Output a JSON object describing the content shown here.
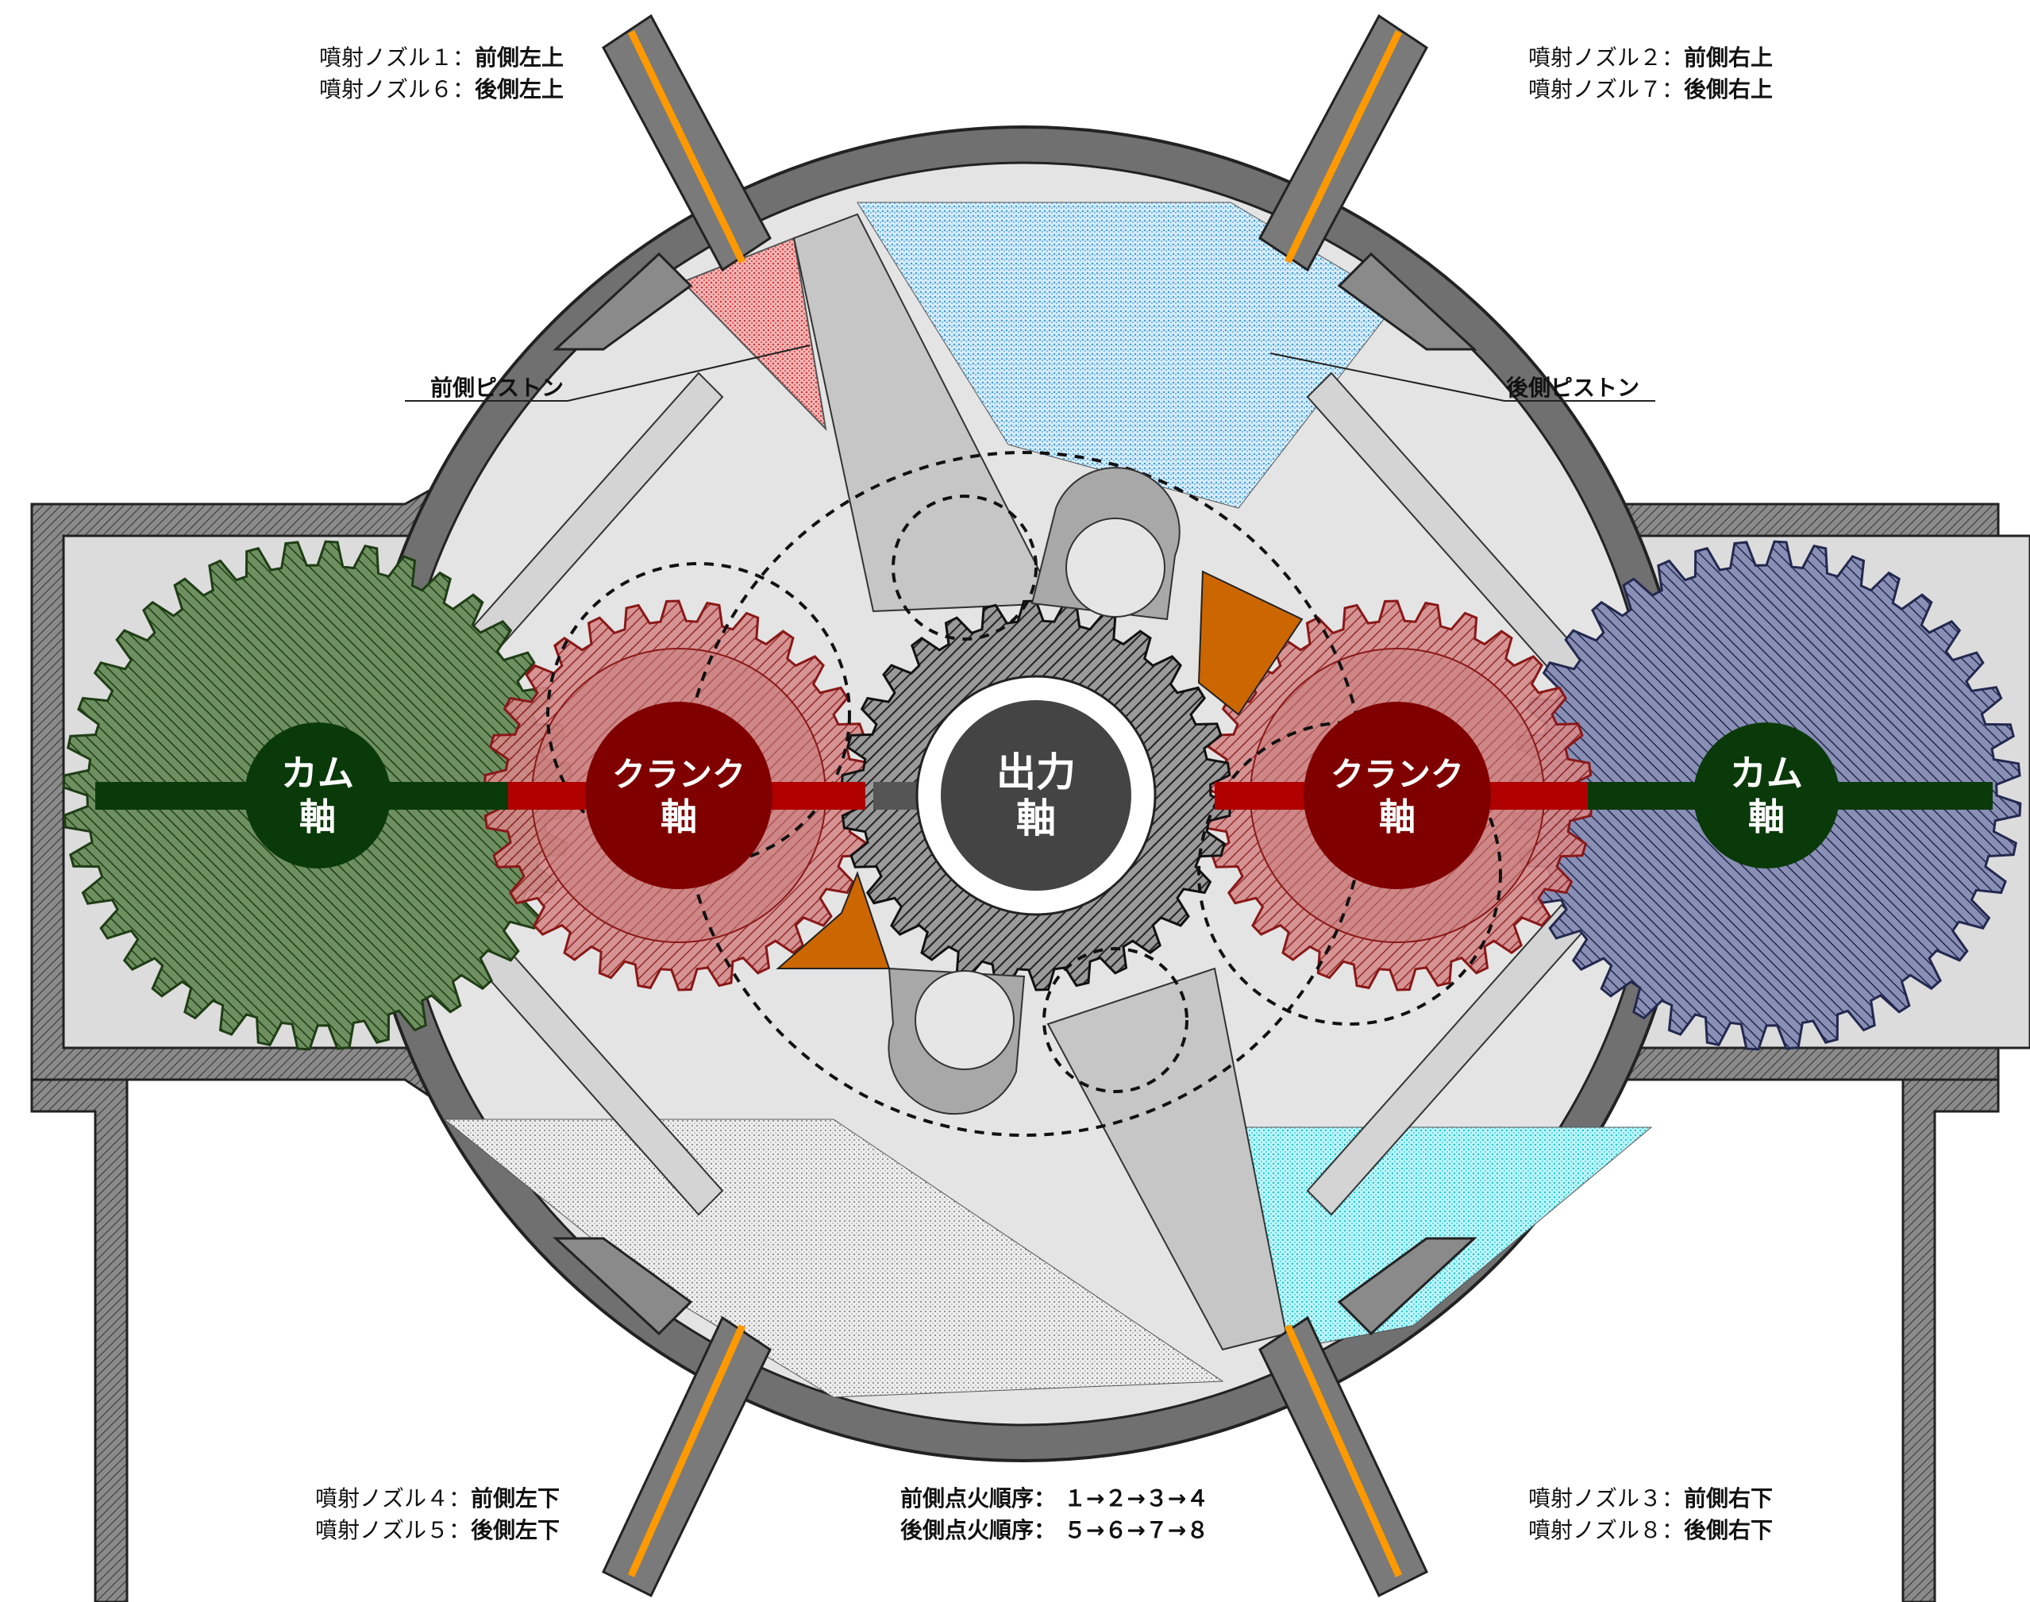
{
  "nozzle_labels": {
    "top_left": {
      "line1_prefix": "噴射ノズル１：",
      "line1_strong": "前側左上",
      "line2_prefix": "噴射ノズル６：",
      "line2_strong": "後側左上"
    },
    "top_right": {
      "line1_prefix": "噴射ノズル２：",
      "line1_strong": "前側右上",
      "line2_prefix": "噴射ノズル７：",
      "line2_strong": "後側右上"
    },
    "bottom_left": {
      "line1_prefix": "噴射ノズル４：",
      "line1_strong": "前側左下",
      "line2_prefix": "噴射ノズル５：",
      "line2_strong": "後側左下"
    },
    "bottom_right": {
      "line1_prefix": "噴射ノズル３：",
      "line1_strong": "前側右下",
      "line2_prefix": "噴射ノズル８：",
      "line2_strong": "後側右下"
    }
  },
  "piston_labels": {
    "front": "前側ピストン",
    "rear": "後側ピストン"
  },
  "shaft_labels": {
    "cam_left": [
      "カム",
      "軸"
    ],
    "crank_left": [
      "クランク",
      "軸"
    ],
    "output": [
      "出力",
      "軸"
    ],
    "crank_right": [
      "クランク",
      "軸"
    ],
    "cam_right": [
      "カム",
      "軸"
    ]
  },
  "firing_order": {
    "front_label": "前側点火順序：",
    "front_sequence": "１→２→３→４",
    "rear_label": "後側点火順序：",
    "rear_sequence": "５→６→７→８"
  },
  "colors": {
    "cam_gear": "#2f5b22",
    "cam_gear_right": "#3a3f6a",
    "crank_gear": "#a32424",
    "crank_hub": "#800000",
    "cam_hub": "#0a3a0a",
    "output_hub": "#444444",
    "nozzle_line": "#ff9900",
    "orange_lobe": "#cc6600",
    "chamber_red": "#e06060",
    "chamber_blue": "#7fc0ea",
    "chamber_cyan": "#5fe6f0",
    "chamber_grey": "#c8c8c8",
    "casing": "#666666"
  }
}
